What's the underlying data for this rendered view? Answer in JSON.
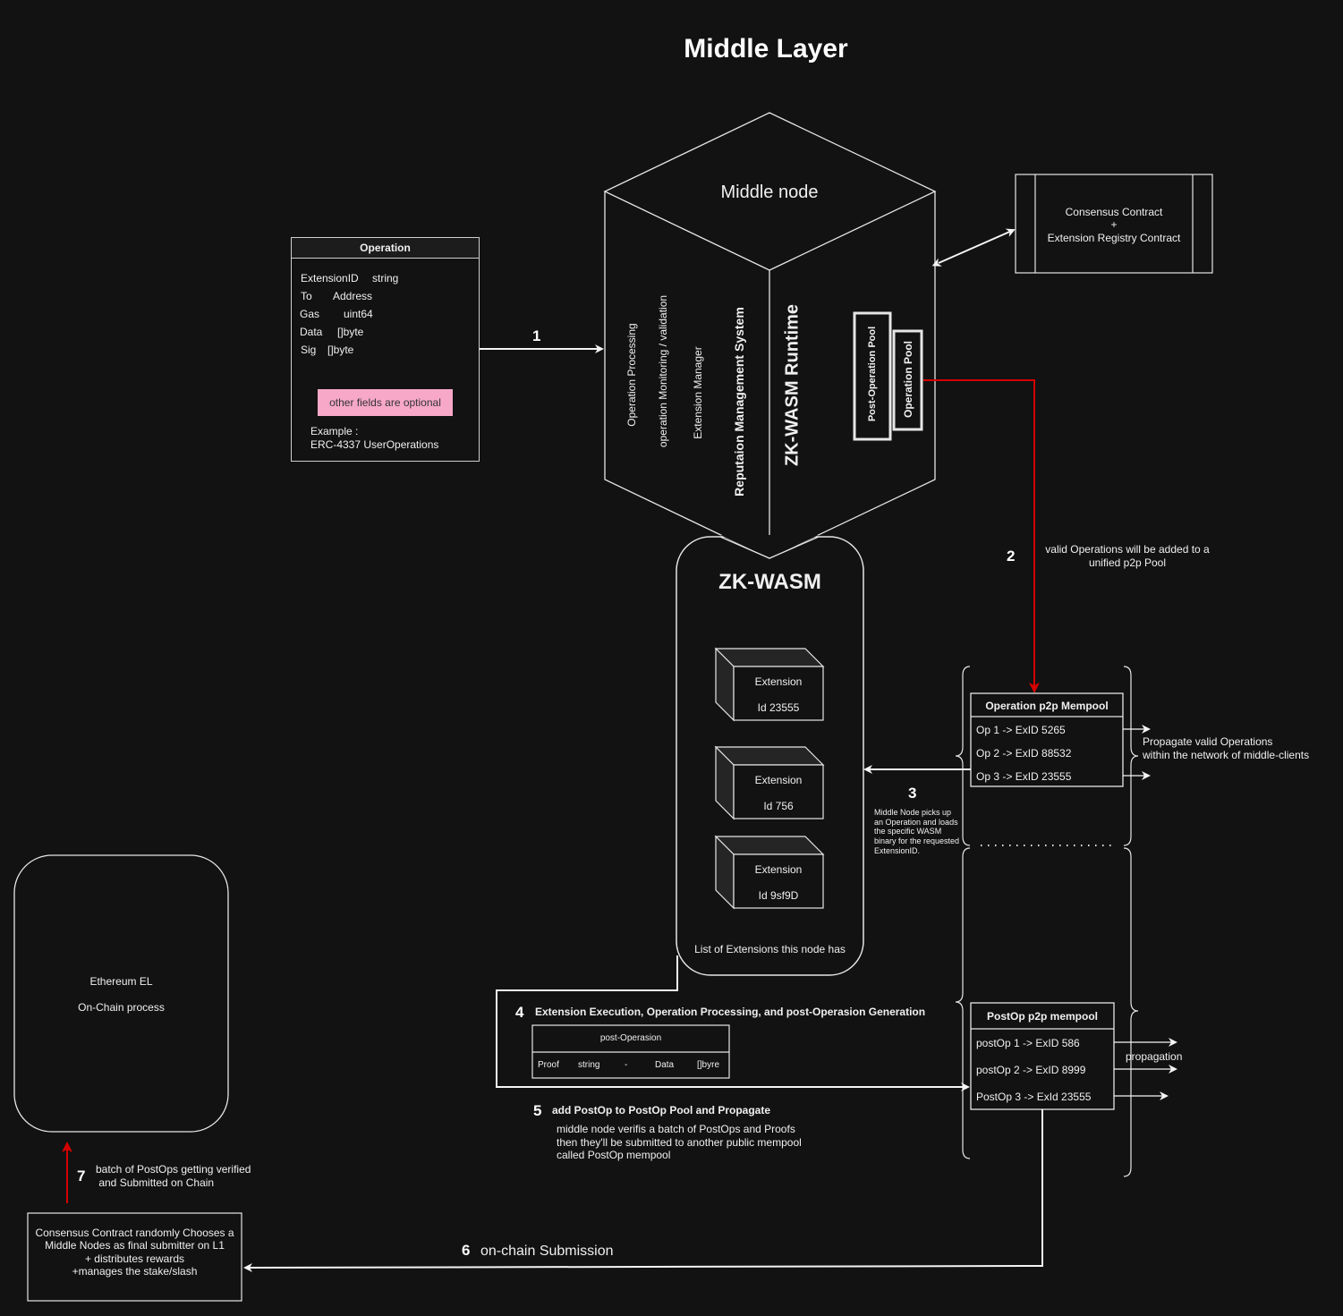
{
  "title": "Middle Layer",
  "operation_card": {
    "header": "Operation",
    "fields": [
      {
        "name": "ExtensionID",
        "type": "string"
      },
      {
        "name": "To",
        "type": "Address"
      },
      {
        "name": "Gas",
        "type": "uint64"
      },
      {
        "name": "Data",
        "type": "[]byte"
      },
      {
        "name": "Sig",
        "type": "[]byte"
      }
    ],
    "note": "other fields are optional",
    "example_line1": "Example :",
    "example_line2": "ERC-4337 UserOperations",
    "note_color": "#f7a8c8"
  },
  "middle_node": {
    "label": "Middle node",
    "components": [
      "Operation Processing",
      "operation Monitoring / validation",
      "Extension Manager",
      "Reputaion Management System"
    ],
    "runtime": "ZK-WASM Runtime",
    "pools": [
      "Post-Operation Pool",
      "Operation Pool"
    ]
  },
  "contracts_box": {
    "line1": "Consensus Contract",
    "line2": "+",
    "line3": "Extension Registry Contract"
  },
  "zkwasm": {
    "title": "ZK-WASM",
    "extensions": [
      {
        "label": "Extension",
        "id": "Id 23555"
      },
      {
        "label": "Extension",
        "id": "Id 756"
      },
      {
        "label": "Extension",
        "id": "Id 9sf9D"
      }
    ],
    "footer": "List of Extensions this node has"
  },
  "steps": {
    "s1": {
      "num": "1"
    },
    "s2": {
      "num": "2",
      "line1": "valid Operations will be added to a",
      "line2": "unified p2p Pool"
    },
    "s3": {
      "num": "3",
      "lines": [
        "Middle Node picks up",
        "an Operation and loads",
        "the specific WASM",
        "binary for the requested",
        "ExtensionID."
      ]
    },
    "s4": {
      "num": "4",
      "title": "Extension Execution, Operation Processing, and post-Operasion Generation"
    },
    "s5": {
      "num": "5",
      "title": "add PostOp to PostOp Pool and Propagate",
      "lines": [
        "middle node verifis a batch of PostOps and Proofs",
        "then they'll be submitted to another public mempool",
        "called PostOp mempool"
      ]
    },
    "s6": {
      "num": "6",
      "label": "on-chain Submission"
    },
    "s7": {
      "num": "7",
      "line1": "batch of PostOps getting verified",
      "line2": " and Submitted on Chain"
    }
  },
  "post_operation_table": {
    "header": "post-Operasion",
    "cells": [
      "Proof",
      "string",
      "-",
      "Data",
      "[]byre"
    ]
  },
  "op_mempool": {
    "header": "Operation p2p Mempool",
    "rows": [
      "Op 1 -> ExID 5265",
      "Op 2 -> ExID 88532",
      "Op 3 -> ExID 23555"
    ],
    "propagate_line1": "Propagate valid Operations",
    "propagate_line2": "within the network of middle-clients"
  },
  "postop_mempool": {
    "header": "PostOp p2p mempool",
    "rows": [
      "postOp 1 -> ExID 586",
      "postOp 2 -> ExID 8999",
      "PostOp 3 -> ExId 23555"
    ],
    "propagation": "propagation"
  },
  "ethereum": {
    "line1": "Ethereum EL",
    "line2": "On-Chain process"
  },
  "consensus_box": {
    "lines": [
      "Consensus Contract randomly Chooses a",
      "Middle Nodes as final submitter on L1",
      "+ distributes rewards",
      "+manages the stake/slash"
    ]
  },
  "colors": {
    "background": "#121212",
    "stroke": "#e6e6e6",
    "accent_red": "#d50000"
  }
}
